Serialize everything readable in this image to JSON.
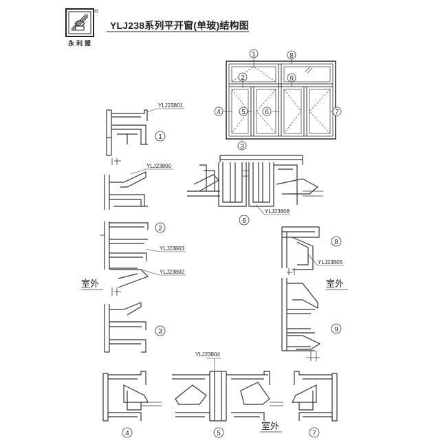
{
  "brand": {
    "logo_text": "永利盟"
  },
  "title": "YLJ238系列平开窗(单玻)结构图",
  "window_elevation": {
    "markers": [
      "1",
      "2",
      "3",
      "4",
      "5",
      "6",
      "7",
      "8",
      "9"
    ]
  },
  "profiles": {
    "sec1": "YLJ23801",
    "sec2_top": "YLJ23800",
    "sec2_mid": "YLJ23803",
    "sec2_bot": "YLJ23802",
    "sec6": "YLJ23808",
    "sec89": "YLJ23805",
    "sec5": "YLJ23804"
  },
  "section_markers": {
    "m1": "1",
    "m2": "2",
    "m3": "3",
    "m4": "4",
    "m5": "5",
    "m6": "6",
    "m7": "7",
    "m8": "8",
    "m9": "9"
  },
  "exterior_labels": {
    "left": "室外",
    "right": "室外",
    "bottom": "室外"
  },
  "colors": {
    "line": "#222222",
    "fill": "#ffffff"
  }
}
